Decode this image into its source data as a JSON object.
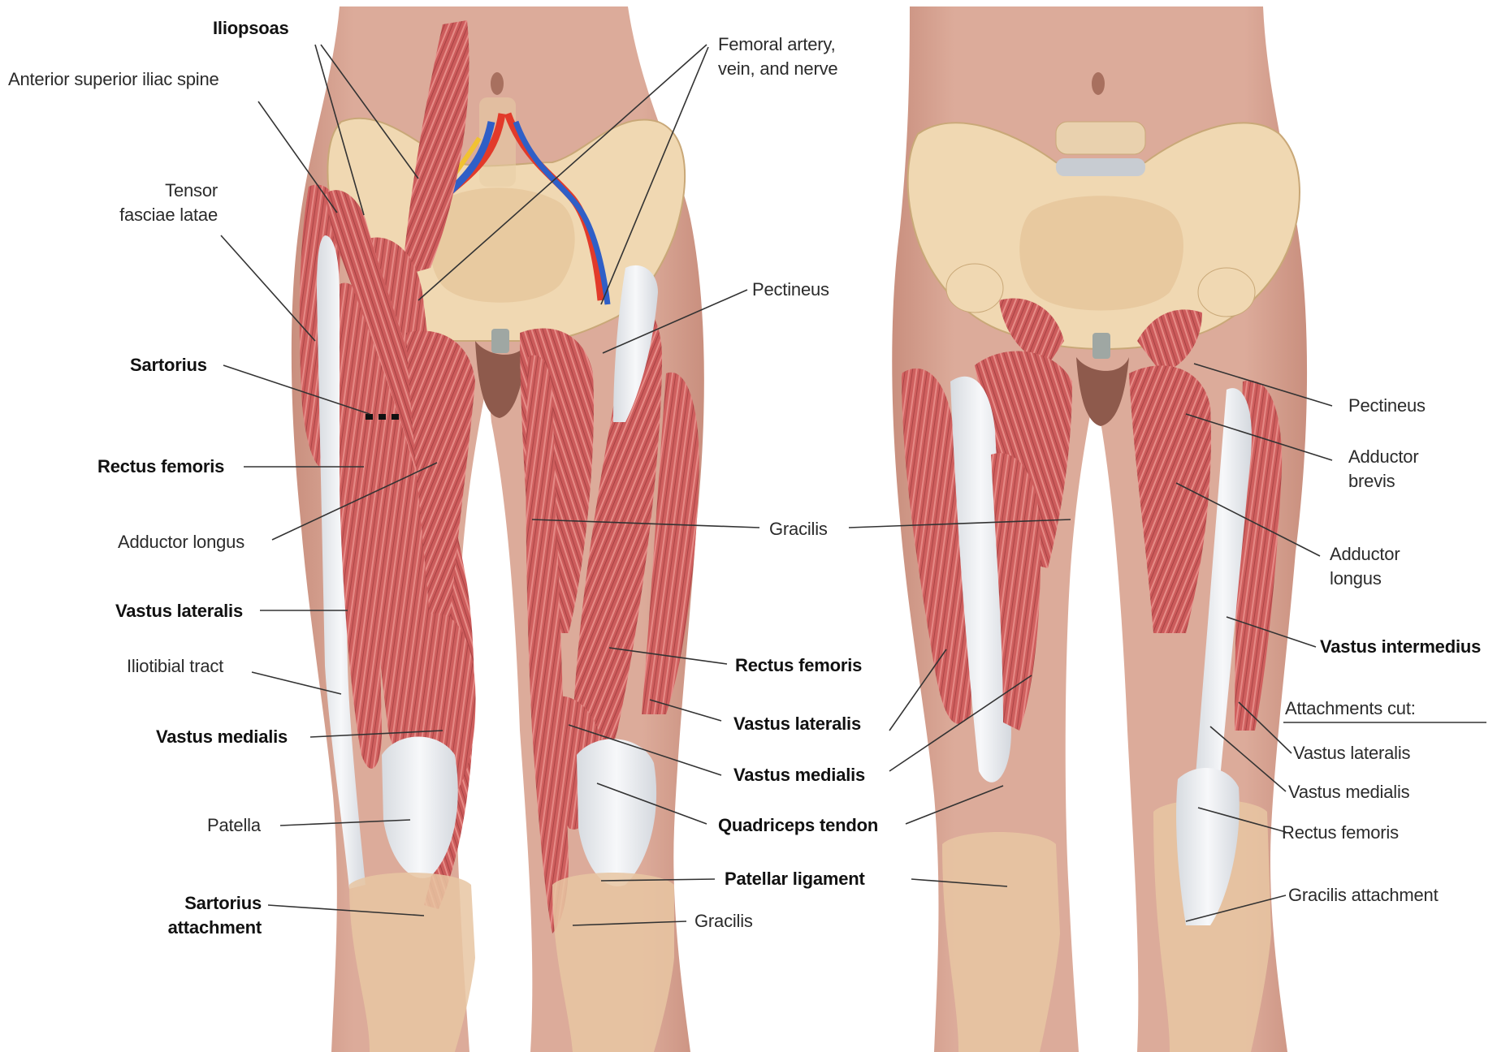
{
  "colors": {
    "skin": "#d3a190",
    "skin_dark": "#b97f6d",
    "muscle": "#cf5f5e",
    "muscle_light": "#e58a86",
    "muscle_dark": "#a84445",
    "bone": "#f0d8b2",
    "bone_shadow": "#d9bb8d",
    "tendon": "#eef0f2",
    "artery": "#e23a2a",
    "vein": "#2f5fc7",
    "nerve": "#f1c232",
    "leader": "#333333"
  },
  "labels": {
    "iliopsoas": "Iliopsoas",
    "asis": "Anterior superior iliac spine",
    "femoral_l1": "Femoral artery,",
    "femoral_l2": "vein, and nerve",
    "tfl_l1": "Tensor",
    "tfl_l2": "fasciae latae",
    "pectineus_center": "Pectineus",
    "sartorius": "Sartorius",
    "rectus_femoris_left": "Rectus femoris",
    "adductor_longus_left": "Adductor longus",
    "gracilis_center": "Gracilis",
    "vastus_lateralis_left": "Vastus lateralis",
    "iliotibial_tract": "Iliotibial tract",
    "rectus_femoris_center": "Rectus femoris",
    "vastus_medialis_left": "Vastus medialis",
    "vastus_lateralis_center": "Vastus lateralis",
    "vastus_medialis_center": "Vastus medialis",
    "patella": "Patella",
    "quadriceps_tendon": "Quadriceps tendon",
    "patellar_ligament": "Patellar ligament",
    "sartorius_attach_l1": "Sartorius",
    "sartorius_attach_l2": "attachment",
    "gracilis_bottom": "Gracilis",
    "pectineus_right": "Pectineus",
    "adductor_brevis_l1": "Adductor",
    "adductor_brevis_l2": "brevis",
    "adductor_longus_r_l1": "Adductor",
    "adductor_longus_r_l2": "longus",
    "vastus_intermedius": "Vastus intermedius",
    "attachments_cut": "Attachments cut:",
    "cut_vastus_lateralis": "Vastus lateralis",
    "cut_vastus_medialis": "Vastus medialis",
    "cut_rectus_femoris": "Rectus femoris",
    "gracilis_attachment": "Gracilis attachment"
  }
}
